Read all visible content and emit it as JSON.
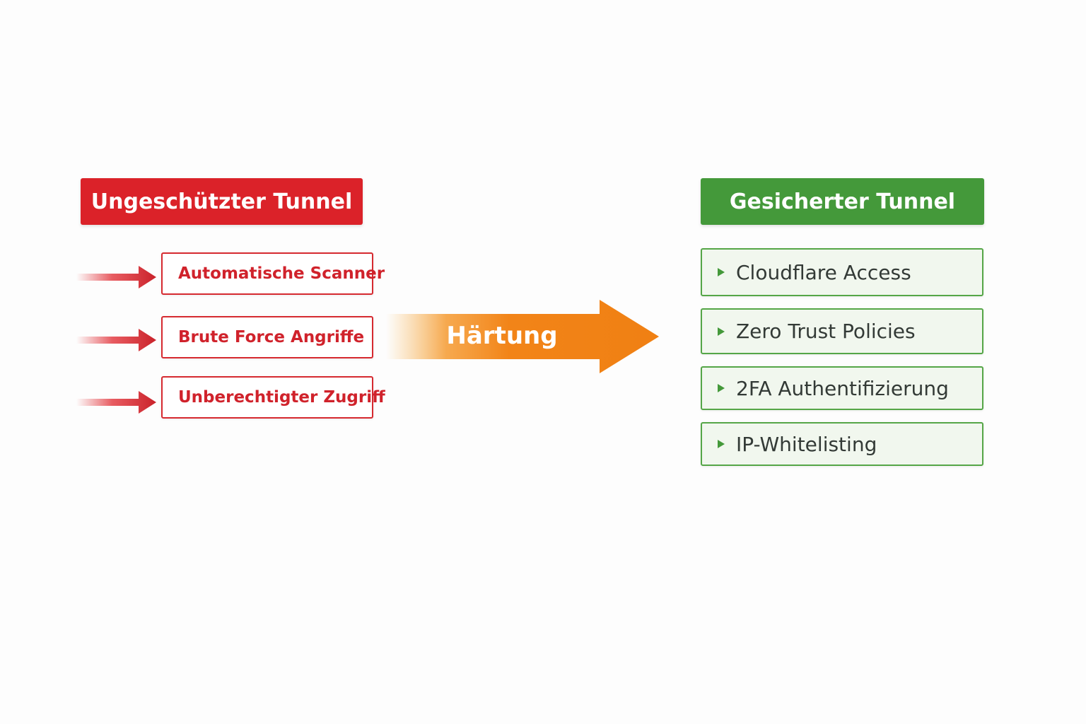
{
  "left_panel": {
    "title": "Ungeschützter Tunnel",
    "color": "#db2229",
    "threats": [
      "Automatische Scanner",
      "Brute Force Angriffe",
      "Unberechtigter Zugriff"
    ]
  },
  "transition": {
    "label": "Härtung",
    "color": "#f28418"
  },
  "right_panel": {
    "title": "Gesicherter Tunnel",
    "color": "#44993a",
    "measures": [
      "Cloudflare Access",
      "Zero Trust Policies",
      "2FA Authentifizierung",
      "IP-Whitelisting"
    ]
  }
}
